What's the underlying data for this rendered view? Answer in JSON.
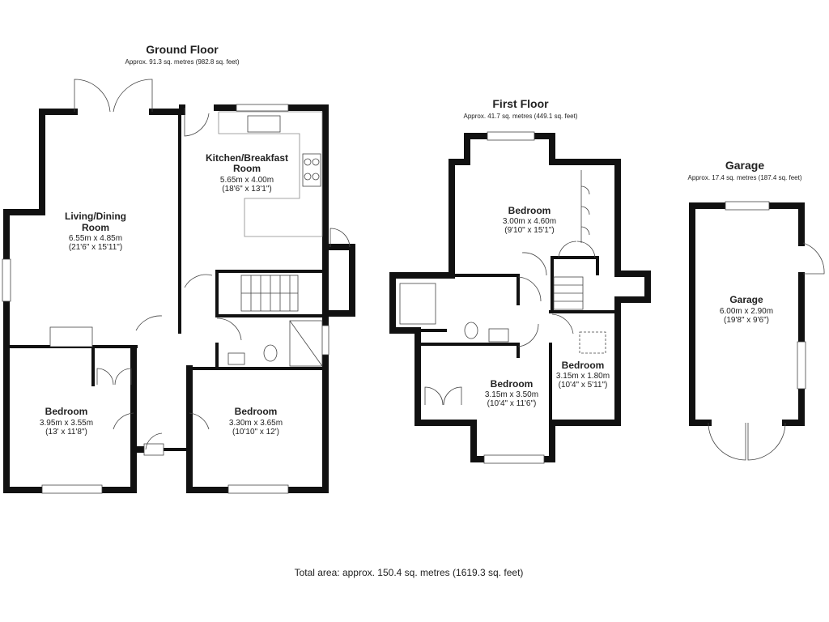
{
  "ground_floor": {
    "title": "Ground Floor",
    "area": "Approx. 91.3 sq. metres (982.8 sq. feet)",
    "rooms": [
      {
        "name_lines": [
          "Living/Dining",
          "Room"
        ],
        "dims": [
          "6.55m x 4.85m",
          "(21'6\" x 15'11\")"
        ]
      },
      {
        "name_lines": [
          "Kitchen/Breakfast",
          "Room"
        ],
        "dims": [
          "5.65m x 4.00m",
          "(18'6\" x 13'1\")"
        ]
      },
      {
        "name_lines": [
          "Bedroom"
        ],
        "dims": [
          "3.95m x 3.55m",
          "(13' x 11'8\")"
        ]
      },
      {
        "name_lines": [
          "Bedroom"
        ],
        "dims": [
          "3.30m x 3.65m",
          "(10'10\" x 12')"
        ]
      }
    ]
  },
  "first_floor": {
    "title": "First Floor",
    "area": "Approx. 41.7 sq. metres (449.1 sq. feet)",
    "rooms": [
      {
        "name_lines": [
          "Bedroom"
        ],
        "dims": [
          "3.00m x 4.60m",
          "(9'10\" x 15'1\")"
        ]
      },
      {
        "name_lines": [
          "Bedroom"
        ],
        "dims": [
          "3.15m x 3.50m",
          "(10'4\" x 11'6\")"
        ]
      },
      {
        "name_lines": [
          "Bedroom"
        ],
        "dims": [
          "3.15m x 1.80m",
          "(10'4\" x 5'11\")"
        ]
      }
    ]
  },
  "garage": {
    "title": "Garage",
    "area": "Approx. 17.4 sq. metres (187.4 sq. feet)",
    "rooms": [
      {
        "name_lines": [
          "Garage"
        ],
        "dims": [
          "6.00m x 2.90m",
          "(19'8\" x 9'6\")"
        ]
      }
    ]
  },
  "total_area": "Total area: approx. 150.4 sq. metres (1619.3 sq. feet)"
}
